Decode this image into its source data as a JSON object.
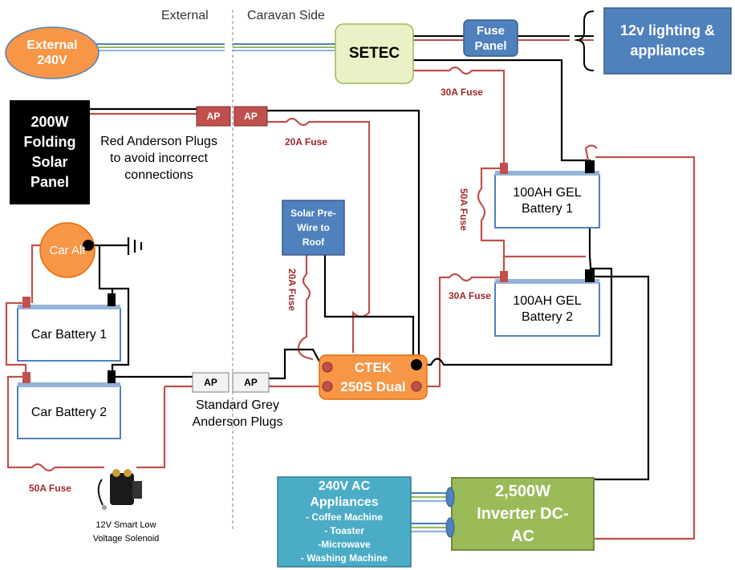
{
  "regions": {
    "external": "External",
    "caravan_side": "Caravan Side"
  },
  "components": {
    "external_240v": "External 240V",
    "setec": "SETEC",
    "fuse_panel": "Fuse Panel",
    "lighting": "12v lighting & appliances",
    "solar_panel": "200W Folding Solar Panel",
    "car_alt": "Car Alt",
    "car_battery_1": "Car Battery 1",
    "car_battery_2": "Car Battery 2",
    "solar_prewire": "Solar Pre-Wire to Roof",
    "ctek": "CTEK 250S Dual",
    "gel_battery_1": "100AH GEL Battery 1",
    "gel_battery_2": "100AH GEL Battery 2",
    "inverter": "2,500W Inverter DC-AC",
    "ac_appliances": {
      "title": "240V AC Appliances",
      "items": [
        "- Coffee Machine",
        "- Toaster",
        "-Microwave",
        "- Washing Machine"
      ]
    },
    "solenoid": "12V Smart Low Voltage Solenoid"
  },
  "plugs": {
    "ap": "AP",
    "red_note": "Red Anderson Plugs to avoid incorrect connections",
    "grey_note": "Standard Grey Anderson Plugs"
  },
  "fuses": {
    "f30_setec": "30A Fuse",
    "f20_solar": "20A Fuse",
    "f50_gel": "50A Fuse",
    "f30_gel2": "30A Fuse",
    "f20_prewire": "20A Fuse",
    "f50_car": "50A Fuse"
  },
  "colors": {
    "red_wire": "#c0504d",
    "black_wire": "#000000",
    "external_orange": "#f79646",
    "setec_green": "#ebf1c6",
    "blue_box": "#4f81bd",
    "inverter_green": "#9bbb59",
    "ac_teal": "#4bacc6",
    "fuse_label": "#a0282a"
  }
}
